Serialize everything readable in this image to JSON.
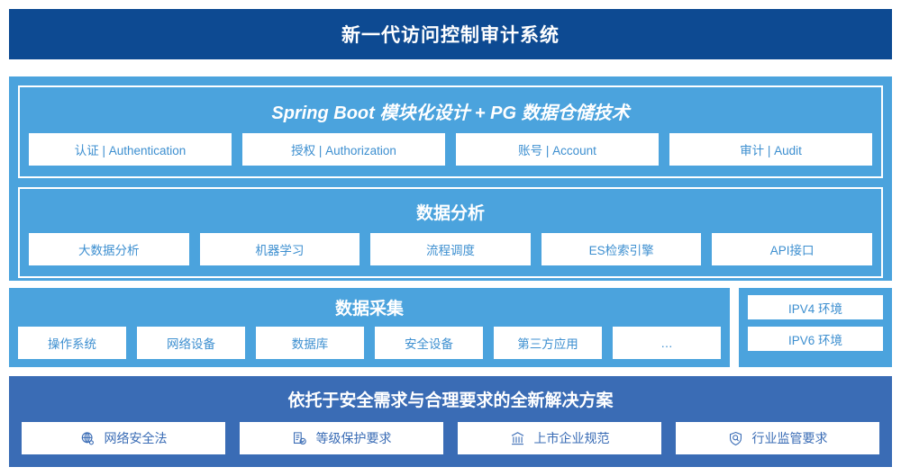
{
  "colors": {
    "title_bar_bg": "#0d4a92",
    "platform_bg": "#4ba3dd",
    "compliance_bg": "#3a6cb5",
    "chip_bg": "#ffffff",
    "chip_text": "#3d8fd0"
  },
  "header": {
    "title": "新一代访问控制审计系统"
  },
  "platform": {
    "panels": [
      {
        "heading": "Spring Boot 模块化设计 + PG 数据仓储技术",
        "italic": true,
        "chips": [
          "认证 | Authentication",
          "授权 | Authorization",
          "账号 | Account",
          "审计 | Audit"
        ]
      },
      {
        "heading": "数据分析",
        "italic": false,
        "chips": [
          "大数据分析",
          "机器学习",
          "流程调度",
          "ES检索引擎",
          "API接口"
        ]
      }
    ]
  },
  "collection": {
    "heading": "数据采集",
    "chips": [
      "操作系统",
      "网络设备",
      "数据库",
      "安全设备",
      "第三方应用",
      "…"
    ],
    "environments": [
      "IPV4 环境",
      "IPV6 环境"
    ]
  },
  "compliance": {
    "heading": "依托于安全需求与合理要求的全新解决方案",
    "items": [
      {
        "label": "网络安全法",
        "icon": "globe-icon"
      },
      {
        "label": "等级保护要求",
        "icon": "document-check-icon"
      },
      {
        "label": "上市企业规范",
        "icon": "bank-icon"
      },
      {
        "label": "行业监管要求",
        "icon": "shield-search-icon"
      }
    ]
  }
}
